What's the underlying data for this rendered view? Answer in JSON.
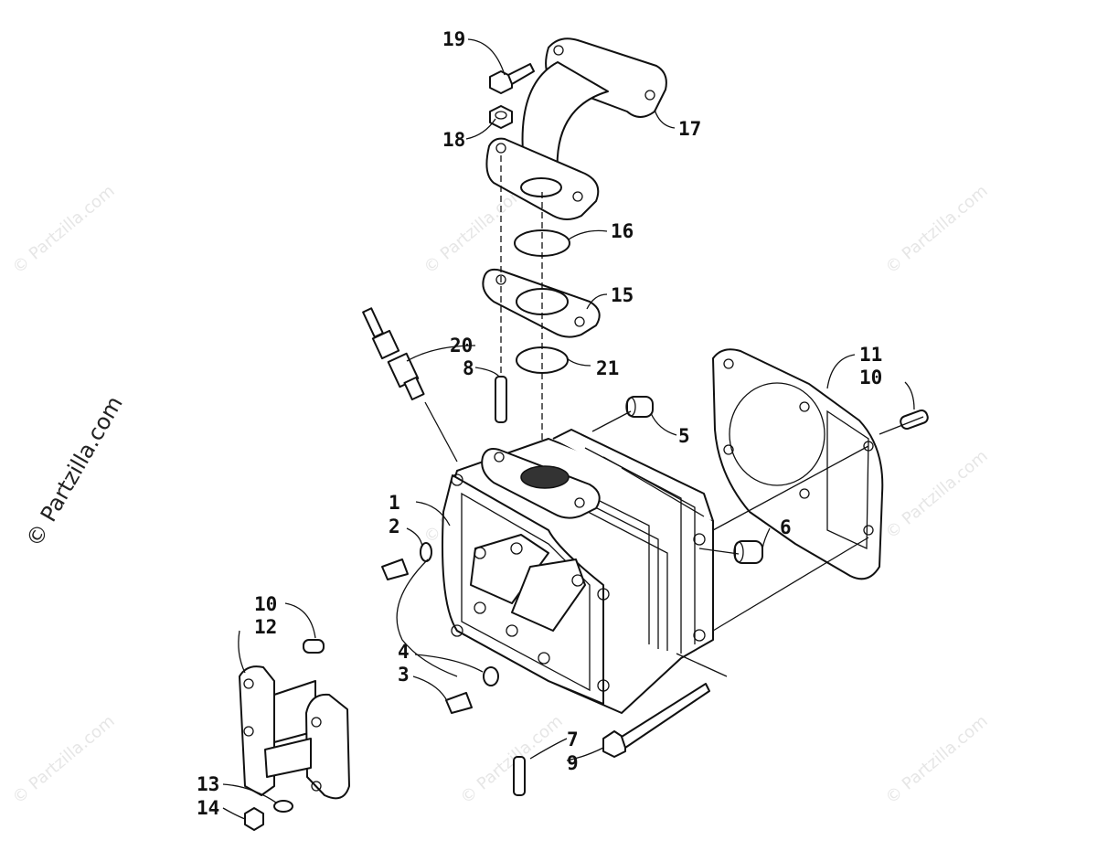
{
  "watermark": {
    "text": "© Partzilla.com",
    "side_text": "© Partzilla.com"
  },
  "callouts": {
    "c1": "1",
    "c2": "2",
    "c3": "3",
    "c4": "4",
    "c5": "5",
    "c6": "6",
    "c7": "7",
    "c8": "8",
    "c9": "9",
    "c10a": "10",
    "c10b": "10",
    "c11": "11",
    "c12": "12",
    "c13": "13",
    "c14": "14",
    "c15": "15",
    "c16": "16",
    "c17": "17",
    "c18": "18",
    "c19": "19",
    "c20": "20",
    "c21": "21"
  }
}
